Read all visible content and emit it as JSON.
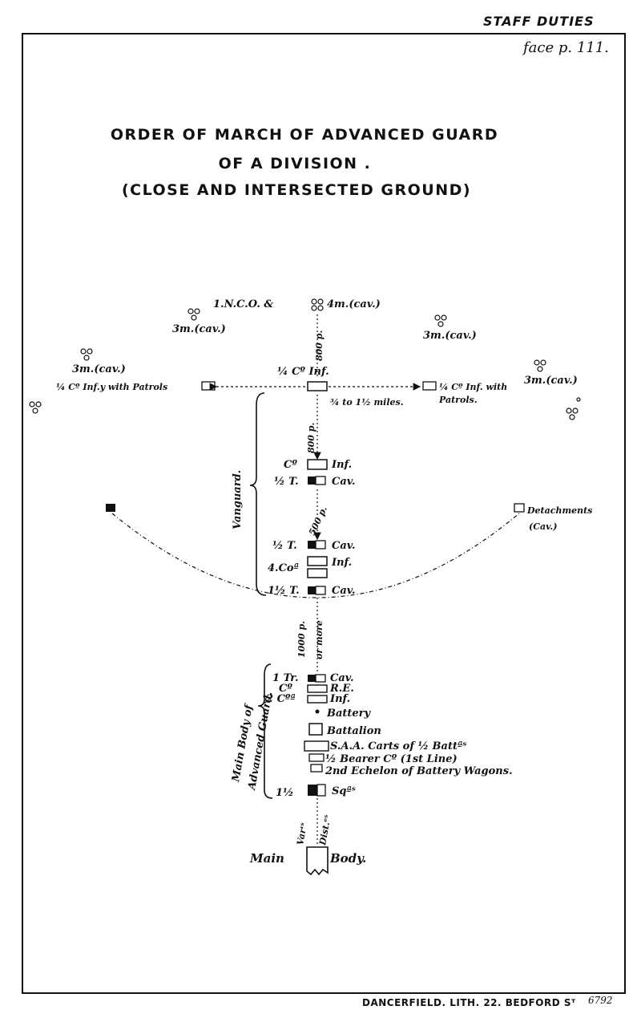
{
  "header": {
    "series": "STAFF DUTIES",
    "face_page": "face p. 111."
  },
  "title": {
    "line1": "ORDER OF MARCH OF ADVANCED GUARD",
    "line2": "OF A DIVISION .",
    "line3": "(CLOSE AND INTERSECTED GROUND)"
  },
  "point": {
    "nco_label": "1.N.C.O. &",
    "nco_men": "4m.(cav.)",
    "left_men": "3m.(cav.)",
    "right_men": "3m.(cav.)",
    "far_left_men": "3m.(cav.)",
    "far_right_men": "3m.(cav.)",
    "dist_800": "800 p."
  },
  "flank_line": {
    "center_unit": "¼ Cº Inf.",
    "left_unit": "¼ Cº Inf.y with Patrols",
    "right_unit": "¼ Cº Inf. with",
    "right_unit_2": "Patrols.",
    "distance": "¾ to 1½ miles."
  },
  "vanguard": {
    "label": "Vanguard.",
    "dist_800": "800 p.",
    "dist_500": "500 p.",
    "rows": [
      {
        "strength": "Cº",
        "arm": "Inf."
      },
      {
        "strength": "½ T.",
        "arm": "Cav."
      },
      {
        "strength": "½ T.",
        "arm": "Cav."
      },
      {
        "strength": "4.Coª",
        "arm": "Inf."
      },
      {
        "strength": "1½ T.",
        "arm": "Cav."
      }
    ]
  },
  "detachments": {
    "label": "Detachments",
    "sub": "(Cav.)"
  },
  "interval": {
    "dist": "1000 p.",
    "or_more": "or more"
  },
  "main_body_of_advanced_guard": {
    "label_1": "Main Body of",
    "label_2": "Advanced Guard.",
    "rows": [
      {
        "strength": "1 Tr.",
        "arm": "Cav."
      },
      {
        "strength": "Cº",
        "arm": "R.E."
      },
      {
        "strength": "2 Cºª",
        "arm": "Inf."
      },
      {
        "strength": "",
        "arm": "Battery"
      },
      {
        "strength": "",
        "arm": "Battalion"
      },
      {
        "strength": "",
        "arm": "S.A.A. Carts of ½ Battªˢ"
      },
      {
        "strength": "",
        "arm": "½ Bearer Cº (1st Line)"
      },
      {
        "strength": "",
        "arm": "2nd Echelon of Battery Wagons."
      },
      {
        "strength": "1½",
        "arm": "Sqªˢ"
      }
    ]
  },
  "main_body": {
    "var_1": "Varᶦˢ",
    "var_2": "Dist.ᵉˢ",
    "left": "Main",
    "right": "Body."
  },
  "imprint": {
    "text": "DANCERFIELD. LITH. 22. BEDFORD Sᵀ",
    "plate": "6792"
  }
}
